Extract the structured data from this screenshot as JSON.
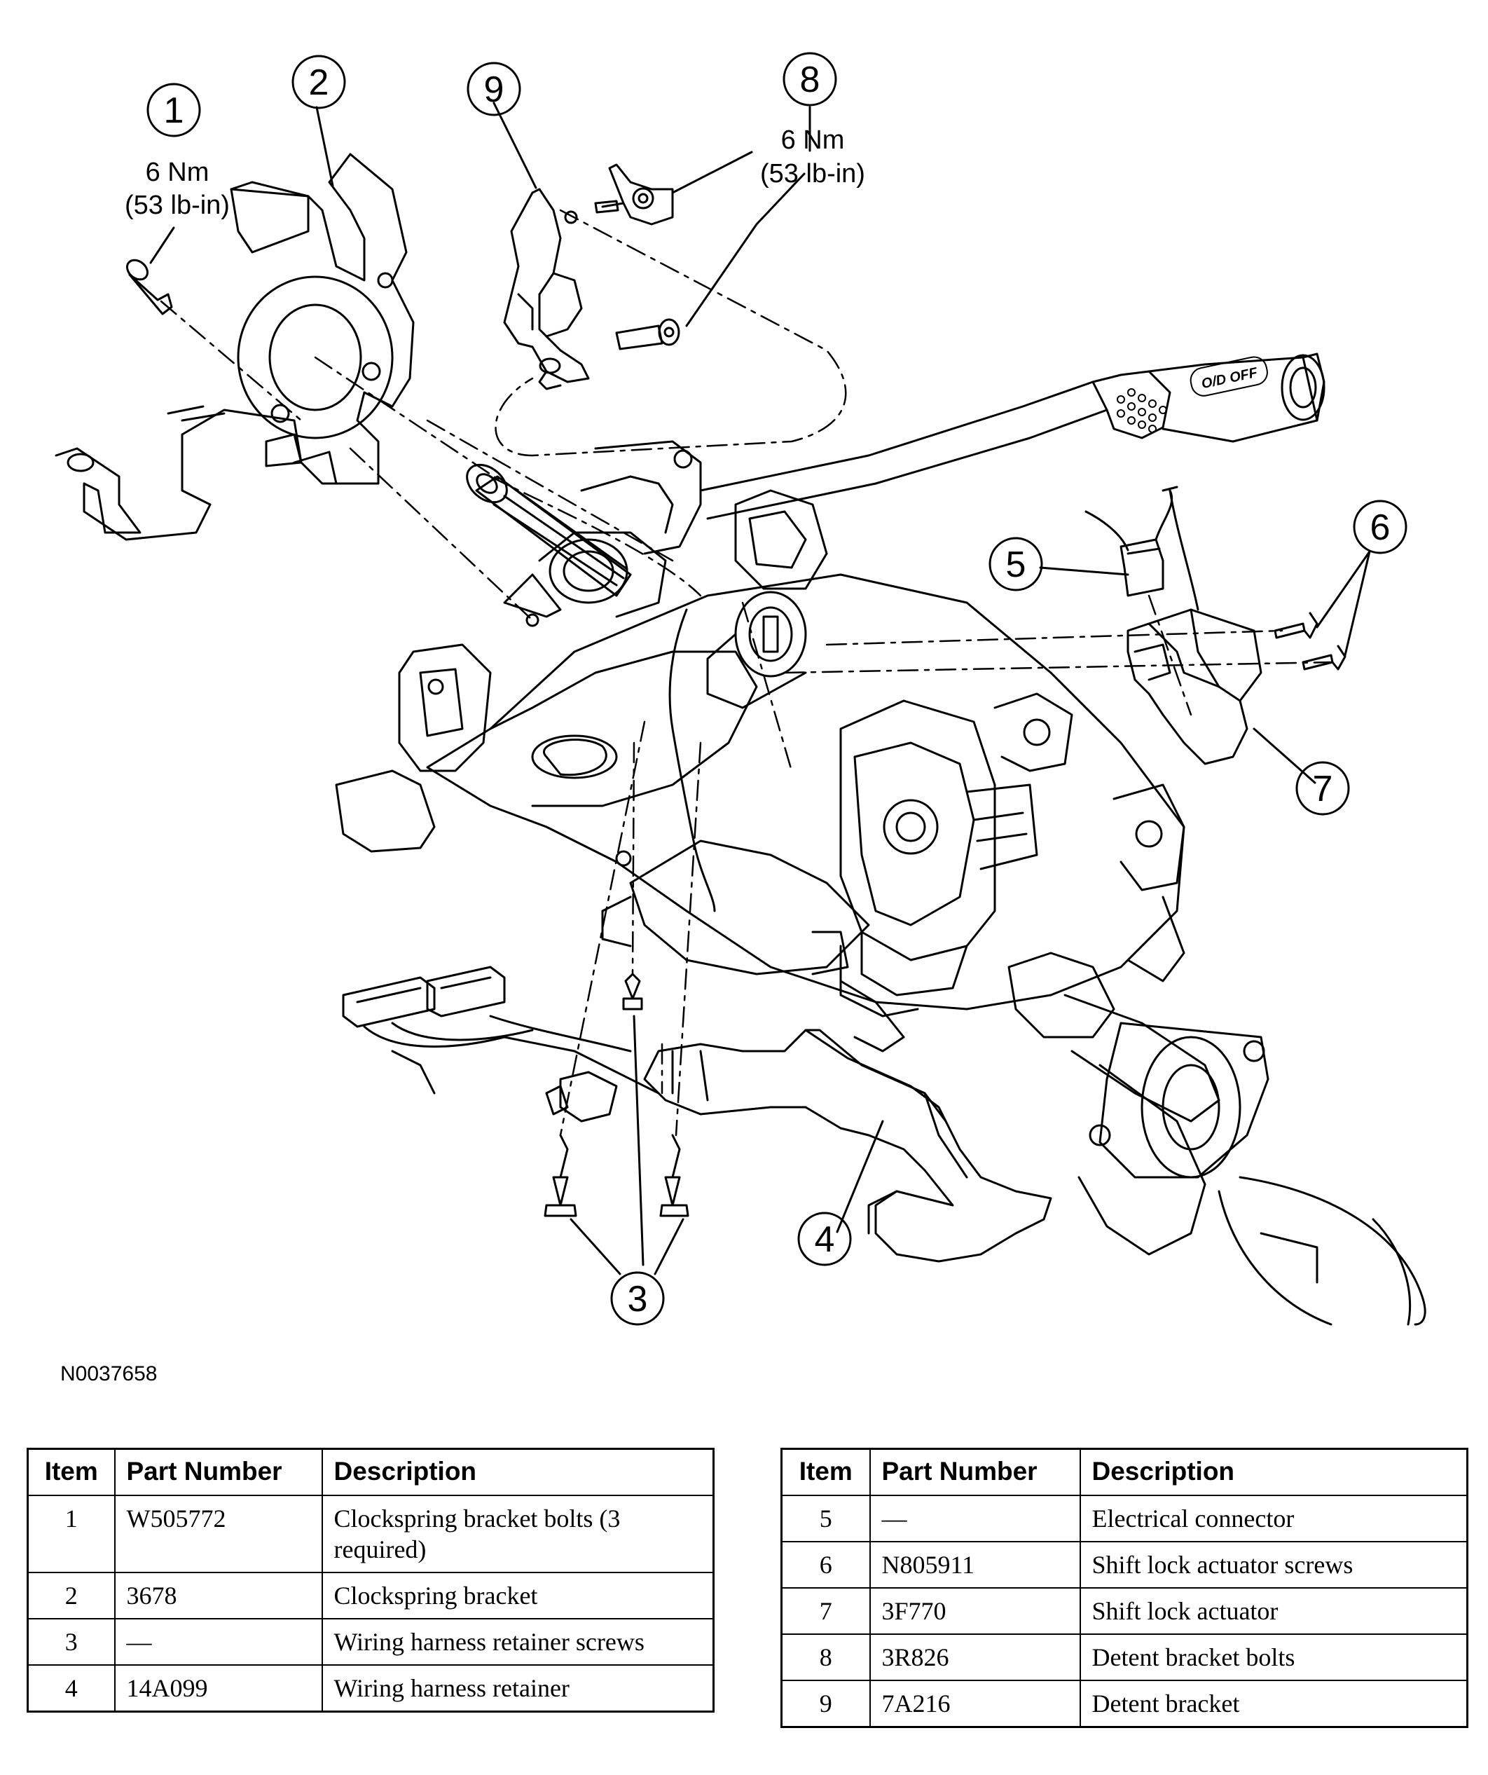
{
  "callouts": [
    {
      "num": "1",
      "torque": "6 Nm",
      "torque_sub": "(53 lb-in)"
    },
    {
      "num": "2"
    },
    {
      "num": "3"
    },
    {
      "num": "4"
    },
    {
      "num": "5"
    },
    {
      "num": "6"
    },
    {
      "num": "7"
    },
    {
      "num": "8",
      "torque": "6 Nm",
      "torque_sub": "(53 lb-in)"
    },
    {
      "num": "9"
    }
  ],
  "stalk_label": "O/D OFF",
  "figure_id": "N0037658",
  "tables": [
    {
      "headers": [
        "Item",
        "Part Number",
        "Description"
      ],
      "rows": [
        {
          "item": "1",
          "part": "W505772",
          "desc": "Clockspring bracket bolts (3 required)"
        },
        {
          "item": "2",
          "part": "3678",
          "desc": "Clockspring bracket"
        },
        {
          "item": "3",
          "part": "—",
          "desc": "Wiring harness retainer screws"
        },
        {
          "item": "4",
          "part": "14A099",
          "desc": "Wiring harness retainer"
        }
      ]
    },
    {
      "headers": [
        "Item",
        "Part Number",
        "Description"
      ],
      "rows": [
        {
          "item": "5",
          "part": "—",
          "desc": "Electrical connector"
        },
        {
          "item": "6",
          "part": "N805911",
          "desc": "Shift lock actuator screws"
        },
        {
          "item": "7",
          "part": "3F770",
          "desc": "Shift lock actuator"
        },
        {
          "item": "8",
          "part": "3R826",
          "desc": "Detent bracket bolts"
        },
        {
          "item": "9",
          "part": "7A216",
          "desc": "Detent bracket"
        }
      ]
    }
  ]
}
